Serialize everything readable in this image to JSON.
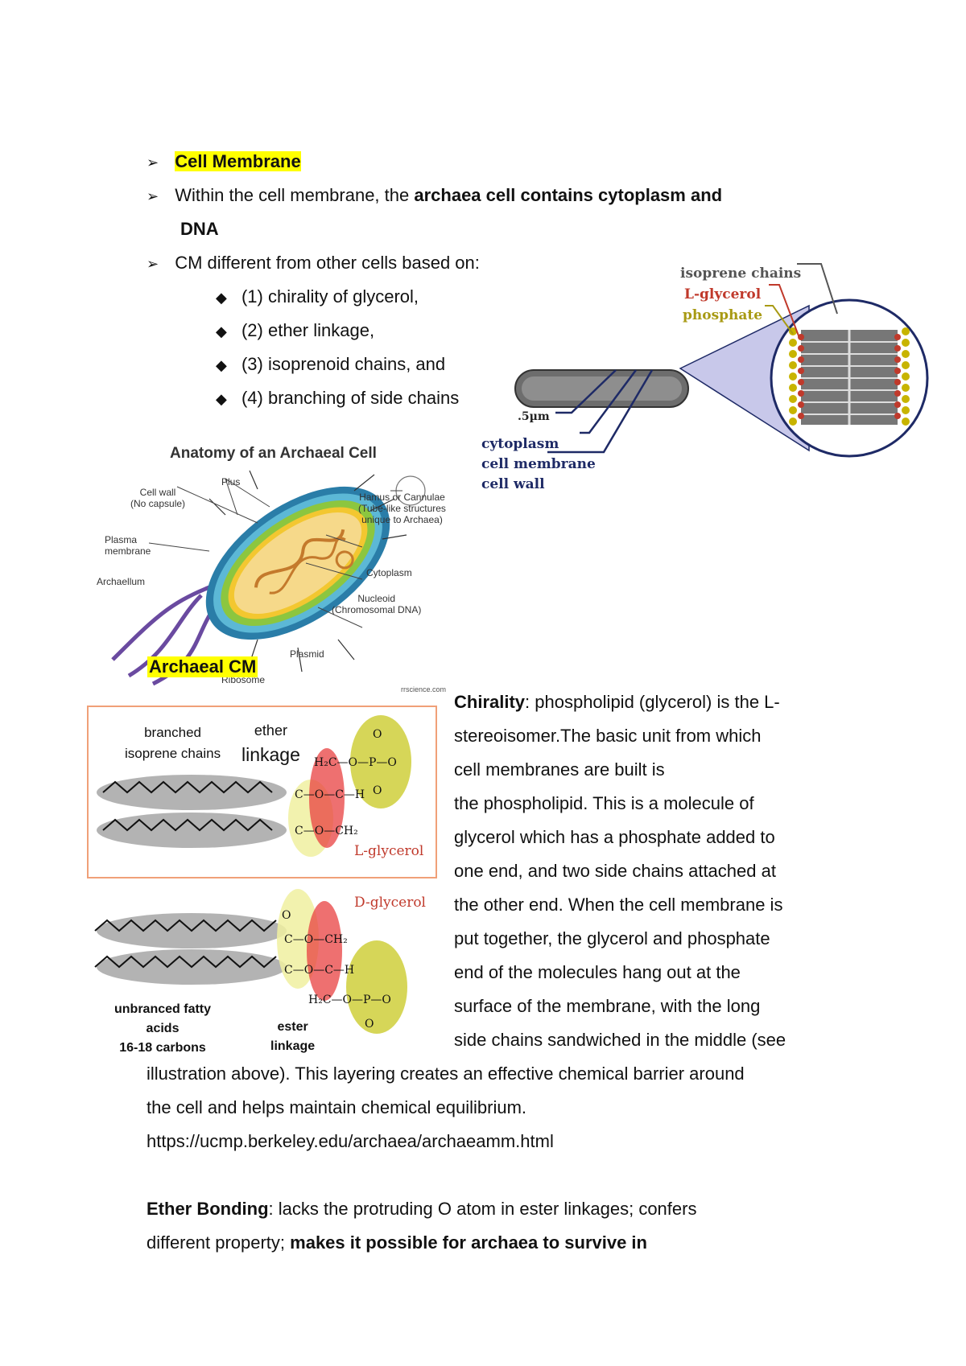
{
  "header": {
    "bullet_glyph": "➢",
    "title": "Cell Membrane",
    "line1_pre": "Within the cell membrane, the ",
    "line1_bold": "archaea cell contains cytoplasm and",
    "line1_bold2": "DNA",
    "line2": "CM different from other cells based on:",
    "sub_glyph": "◆",
    "criteria": [
      "(1) chirality of glycerol,",
      "(2) ether linkage,",
      "(3) isoprenoid chains, and",
      "(4) branching of side chains"
    ]
  },
  "rod_diagram": {
    "isoprene": "isoprene chains",
    "lglycerol": "L-glycerol",
    "phosphate": "phosphate",
    "scale": ".5µm",
    "cytoplasm": "cytoplasm",
    "membrane": "cell membrane",
    "wall": "cell wall"
  },
  "anatomy": {
    "title": "Anatomy of an Archaeal Cell",
    "cell_wall": "Cell wall",
    "no_capsule": "(No capsule)",
    "plus": "Plus",
    "hamus": "Hamus or Cannulae",
    "hamus_sub1": "(Tube-like structures",
    "hamus_sub2": "unique to Archaea)",
    "plasma": "Plasma",
    "membrane": "membrane",
    "archaellum": "Archaellum",
    "cytoplasm": "Cytoplasm",
    "nucleoid": "Nucleoid",
    "chromosomal": "(Chromosomal DNA)",
    "plasmid": "Plasmid",
    "ribosome": "Ribosome",
    "credit": "rrscience.com",
    "highlight": "Archaeal CM"
  },
  "lipid_diagram": {
    "branched": "branched",
    "isoprene_chains": "isoprene chains",
    "ether": "ether",
    "linkage": "linkage",
    "lglycerol": "L-glycerol",
    "dglycerol": "D-glycerol",
    "unbranched1": "unbranced fatty",
    "unbranched2": "acids",
    "unbranched3": "16-18 carbons",
    "ester": "ester",
    "ester_linkage": "linkage"
  },
  "chirality": {
    "label": "Chirality",
    "lines": [
      ": phospholipid (glycerol) is the L-",
      "stereoisomer.The basic unit from which",
      "cell membranes are built is",
      "the phospholipid. This is a molecule of",
      "glycerol which has a phosphate added to",
      "one end, and two side chains attached at",
      "the other end. When the cell membrane is",
      "put together, the glycerol and phosphate",
      "end of the molecules hang out at the",
      "surface of the membrane, with the long",
      "side chains sandwiched in the middle (see"
    ],
    "cont": [
      "illustration above). This layering creates an effective chemical barrier around",
      "the cell and helps maintain chemical equilibrium."
    ],
    "url": "https://ucmp.berkeley.edu/archaea/archaeamm.html"
  },
  "ether": {
    "label": "Ether Bonding",
    "text1": ": lacks the protruding O atom in ester linkages; confers",
    "text2_pre": "different property; ",
    "text2_bold": "makes it possible for archaea to survive in"
  },
  "colors": {
    "highlight": "#ffff00",
    "navy": "#1e2a66",
    "red": "#c0392b",
    "olive": "#a89a14",
    "frame": "#f0a078"
  }
}
